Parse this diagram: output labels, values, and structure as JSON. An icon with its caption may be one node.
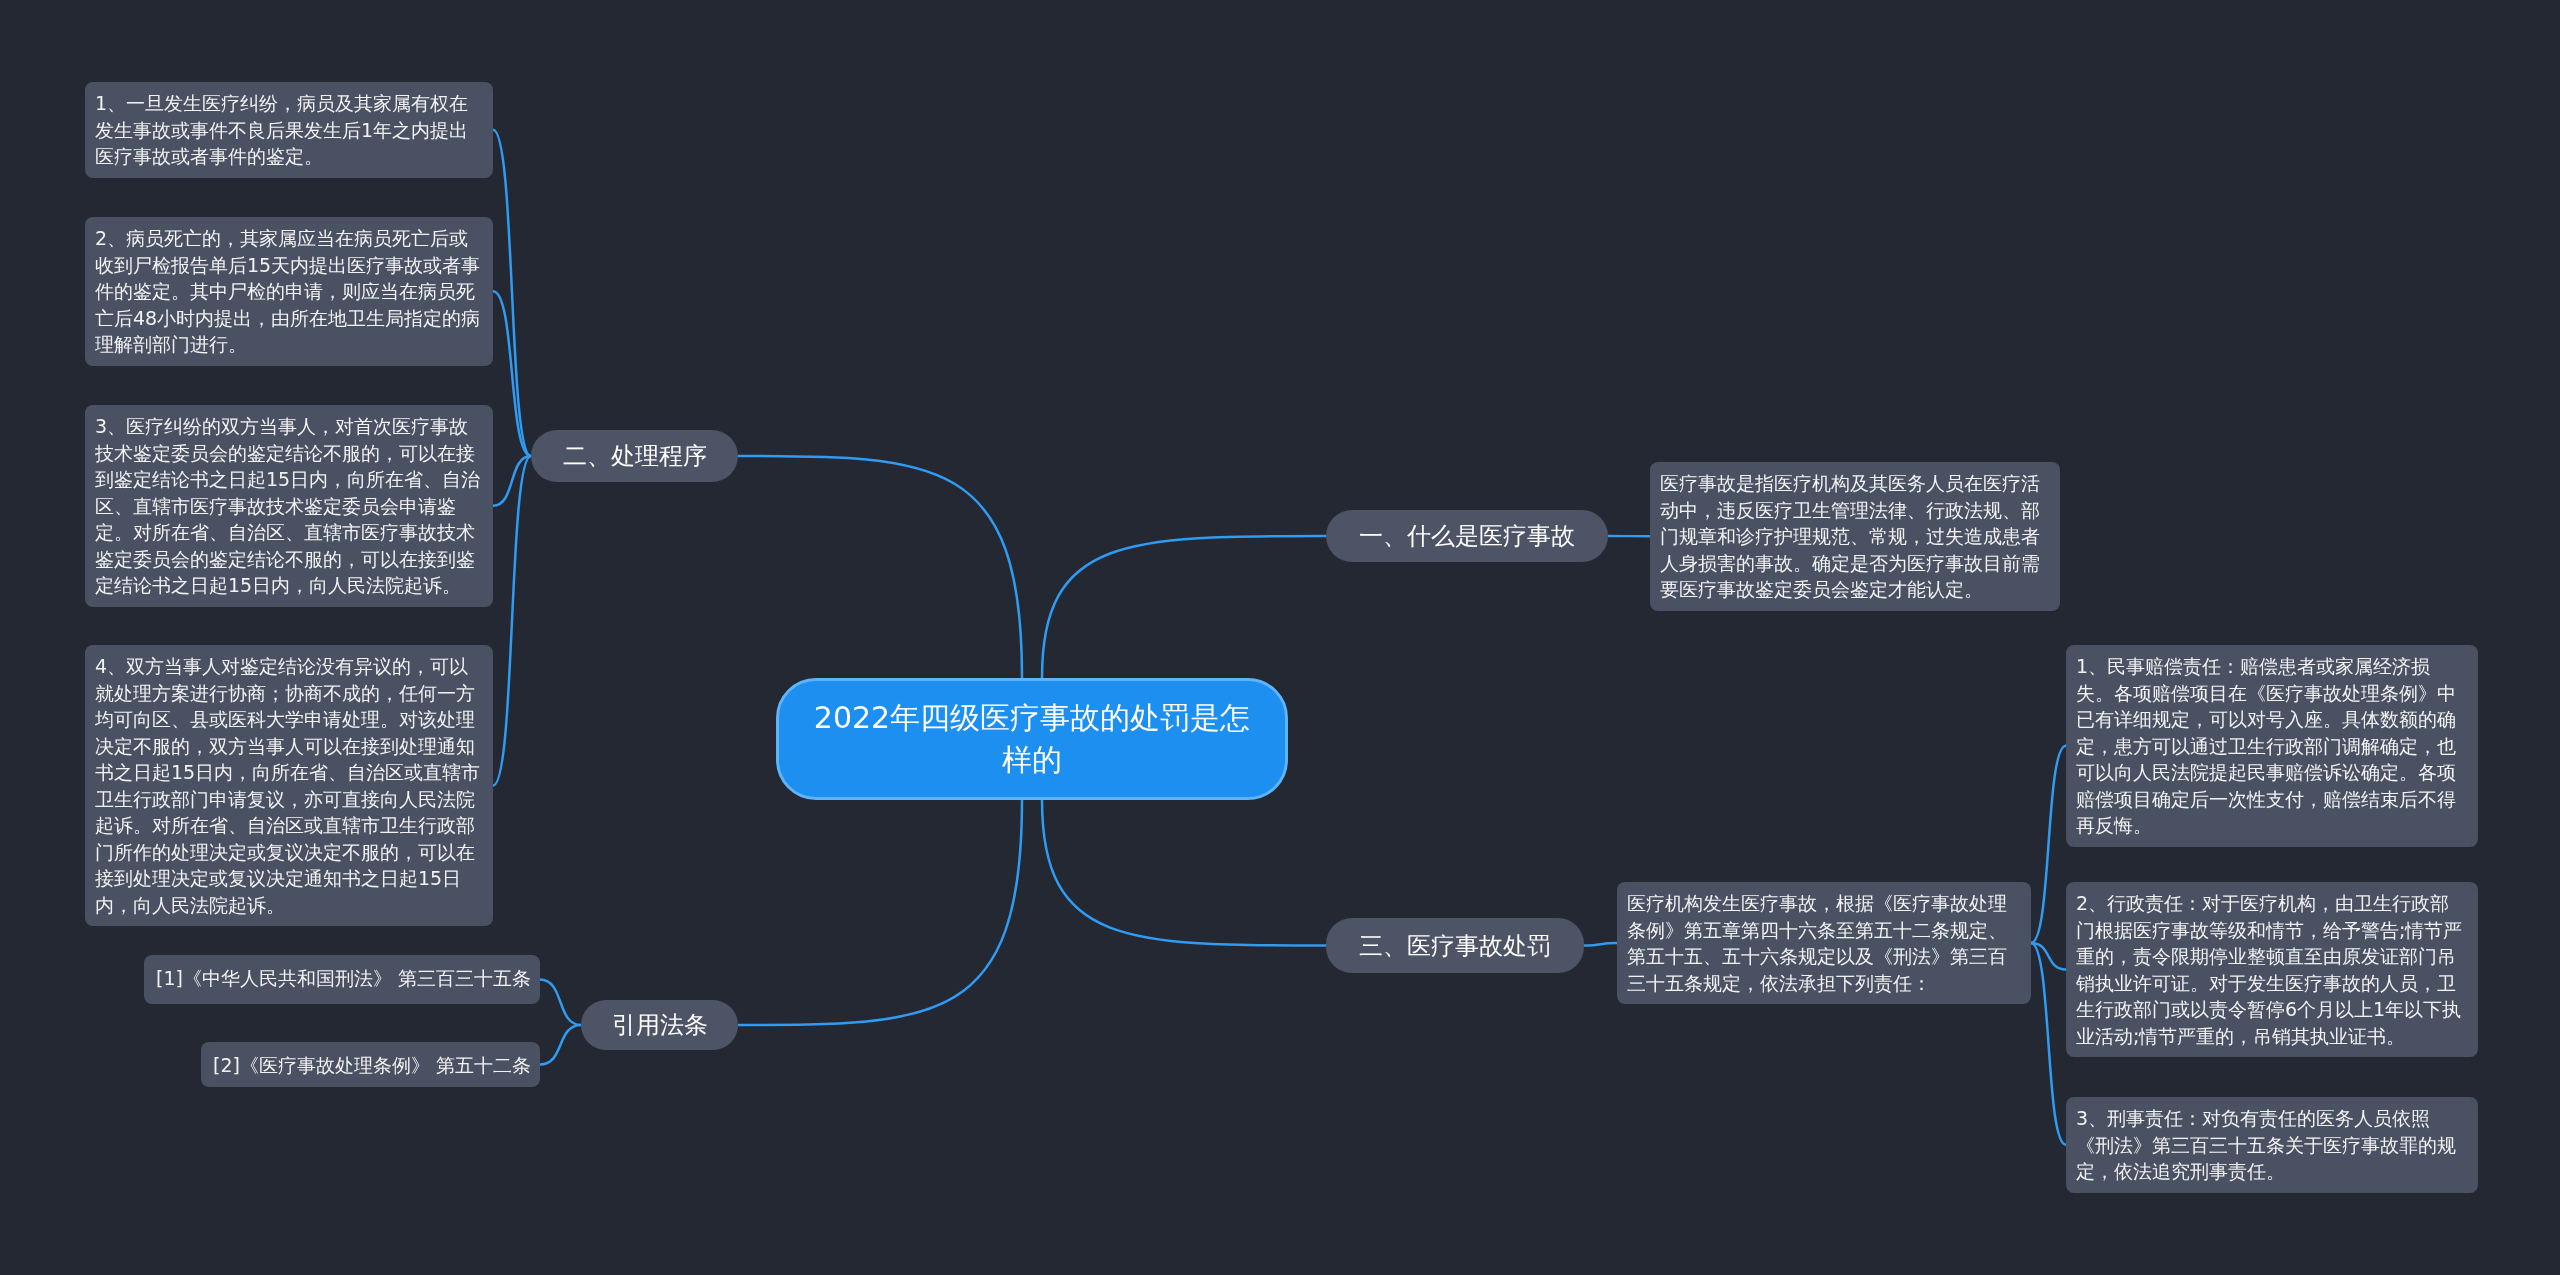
{
  "diagram": {
    "nodes": [
      {
        "text": [
          "2022年四级医疗事故的处罚是怎样的"
        ]
      },
      {
        "text": [
          "一、什么是医疗事故"
        ]
      },
      {
        "text": [
          "医疗事故是指医疗机构及其医务人员在医疗活动中，违反医疗卫生管理法律、行政法规、部门规章和诊疗护理规范、常规，过失造成患者人身损害的事故。确定是否为医疗事故目前需要医疗事故鉴定委员会鉴定才能认定。"
        ]
      },
      {
        "text": [
          "二、处理程序"
        ]
      },
      {
        "text": [
          "1、一旦发生医疗纠纷，病员及其家属有权在发生事故或事件不良后果发生后1年之内提出医疗事故或者事件的鉴定。"
        ]
      },
      {
        "text": [
          "2、病员死亡的，其家属应当在病员死亡后或收到尸检报告单后15天内提出医疗事故或者事件的鉴定。其中尸检的申请，则应当在病员死亡后48小时内提出，由所在地卫生局指定的病理解剖部门进行。"
        ]
      },
      {
        "text": [
          "3、医疗纠纷的双方当事人，对首次医疗事故技术鉴定委员会的鉴定结论不服的，可以在接到鉴定结论书之日起15日内，向所在省、自治区、直辖市医疗事故技术鉴定委员会申请鉴定。对所在省、自治区、直辖市医疗事故技术鉴定委员会的鉴定结论不服的，可以在接到鉴定结论书之日起15日内，向人民法院起诉。"
        ]
      },
      {
        "text": [
          "4、双方当事人对鉴定结论没有异议的，可以就处理方案进行协商；协商不成的，任何一方均可向区、县或医科大学申请处理。对该处理决定不服的，双方当事人可以在接到处理通知书之日起15日内，向所在省、自治区或直辖市卫生行政部门申请复议，亦可直接向人民法院起诉。对所在省、自治区或直辖市卫生行政部门所作的处理决定或复议决定不服的，可以在接到处理决定或复议决定通知书之日起15日内，向人民法院起诉。"
        ]
      },
      {
        "text": [
          "三、医疗事故处罚"
        ]
      },
      {
        "text": [
          "医疗机构发生医疗事故，根据《医疗事故处理条例》第五章第四十六条至第五十二条规定、第五十五、五十六条规定以及《刑法》第三百三十五条规定，依法承担下列责任："
        ]
      },
      {
        "text": [
          "1、民事赔偿责任：赔偿患者或家属经济损失。各项赔偿项目在《医疗事故处理条例》中已有详细规定，可以对号入座。具体数额的确定，患方可以通过卫生行政部门调解确定，也可以向人民法院提起民事赔偿诉讼确定。各项赔偿项目确定后一次性支付，赔偿结束后不得再反悔。"
        ]
      },
      {
        "text": [
          "2、行政责任：对于医疗机构，由卫生行政部门根据医疗事故等级和情节，给予警告;情节严重的，责令限期停业整顿直至由原发证部门吊销执业许可证。对于发生医疗事故的人员，卫生行政部门或以责令暂停6个月以上1年以下执业活动;情节严重的，吊销其执业证书。"
        ]
      },
      {
        "text": [
          "3、刑事责任：对负有责任的医务人员依照《刑法》第三百三十五条关于医疗事故罪的规定，依法追究刑事责任。"
        ]
      },
      {
        "text": [
          "引用法条"
        ]
      },
      {
        "text": [
          "[1]《中华人民共和国刑法》 第三百三十五条"
        ]
      },
      {
        "text": [
          "[2]《医疗事故处理条例》 第五十二条"
        ]
      }
    ],
    "edges": [
      {
        "from": 0,
        "to": 1,
        "arrow": "none"
      },
      {
        "from": 1,
        "to": 2,
        "arrow": "none"
      },
      {
        "from": 0,
        "to": 3,
        "arrow": "none"
      },
      {
        "from": 3,
        "to": 4,
        "arrow": "none"
      },
      {
        "from": 3,
        "to": 5,
        "arrow": "none"
      },
      {
        "from": 3,
        "to": 6,
        "arrow": "none"
      },
      {
        "from": 3,
        "to": 7,
        "arrow": "none"
      },
      {
        "from": 0,
        "to": 8,
        "arrow": "none"
      },
      {
        "from": 8,
        "to": 9,
        "arrow": "none"
      },
      {
        "from": 9,
        "to": 10,
        "arrow": "none"
      },
      {
        "from": 9,
        "to": 11,
        "arrow": "none"
      },
      {
        "from": 9,
        "to": 12,
        "arrow": "none"
      },
      {
        "from": 0,
        "to": 13,
        "arrow": "none"
      },
      {
        "from": 13,
        "to": 14,
        "arrow": "none"
      },
      {
        "from": 13,
        "to": 15,
        "arrow": "none"
      }
    ]
  }
}
